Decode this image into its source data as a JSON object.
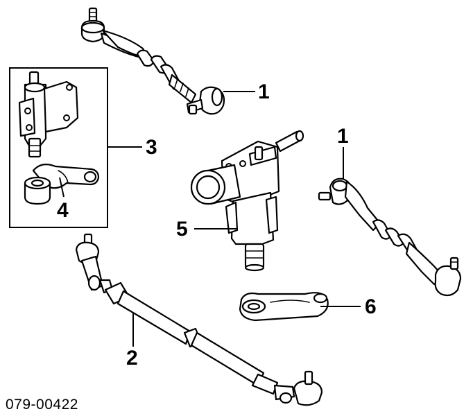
{
  "callouts": {
    "tie_rod_end_upper": "1",
    "tie_rod_end_right": "1",
    "center_link": "2",
    "idler_arm_assembly": "3",
    "idler_arm_bushing": "4",
    "steering_gear": "5",
    "pitman_arm": "6"
  },
  "diagram_code": "079-00422"
}
